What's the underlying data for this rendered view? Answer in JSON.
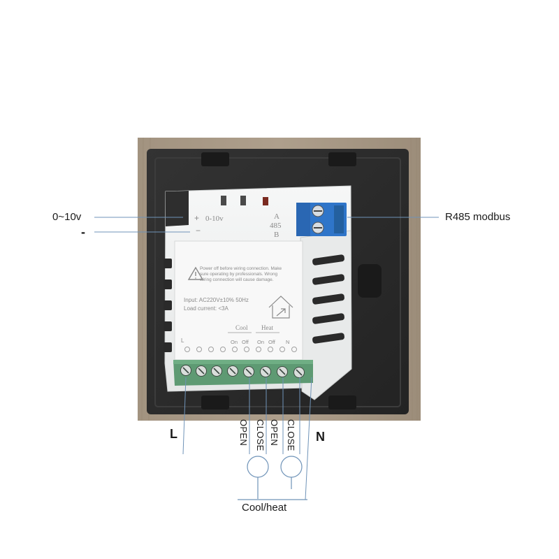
{
  "labels": {
    "analog_signal": "0~10v",
    "analog_ground": "-",
    "modbus": "R485 modbus",
    "live": "L",
    "neutral": "N",
    "load_group": "Cool/heat",
    "wire1": "OPEN",
    "wire2": "CLOSE",
    "wire3": "OPEN",
    "wire4": "CLOSE"
  },
  "module_print": {
    "top_plus": "+",
    "top_range": "0-10v",
    "top_minus": "−",
    "rs485_a": "A",
    "rs485_mid": "485",
    "rs485_b": "B",
    "warning_line1": "Power off before wiring connection. Make",
    "warning_line2": "sure operating by professionals. Wrong",
    "warning_line3": "wiring connection will cause damage.",
    "input_spec": "Input: AC220V±10%  50Hz",
    "load_spec": "Load current: <3A",
    "cool_header": "Cool",
    "heat_header": "Heat",
    "term_live": "L",
    "term_cool_on": "On",
    "term_cool_off": "Off",
    "term_heat_on": "On",
    "term_heat_off": "Off",
    "term_neutral": "N"
  },
  "colors": {
    "wood": "#a89a88",
    "faceplate": "#2b2b2b",
    "module_body": "#f1f2f2",
    "terminal_green": "#5e9a73",
    "terminal_blue": "#2f75c9",
    "leader_line": "#6f93b8",
    "warning_text": "#8c8c8c"
  },
  "icons": [
    "warning-triangle-icon",
    "house-arrow-icon"
  ]
}
